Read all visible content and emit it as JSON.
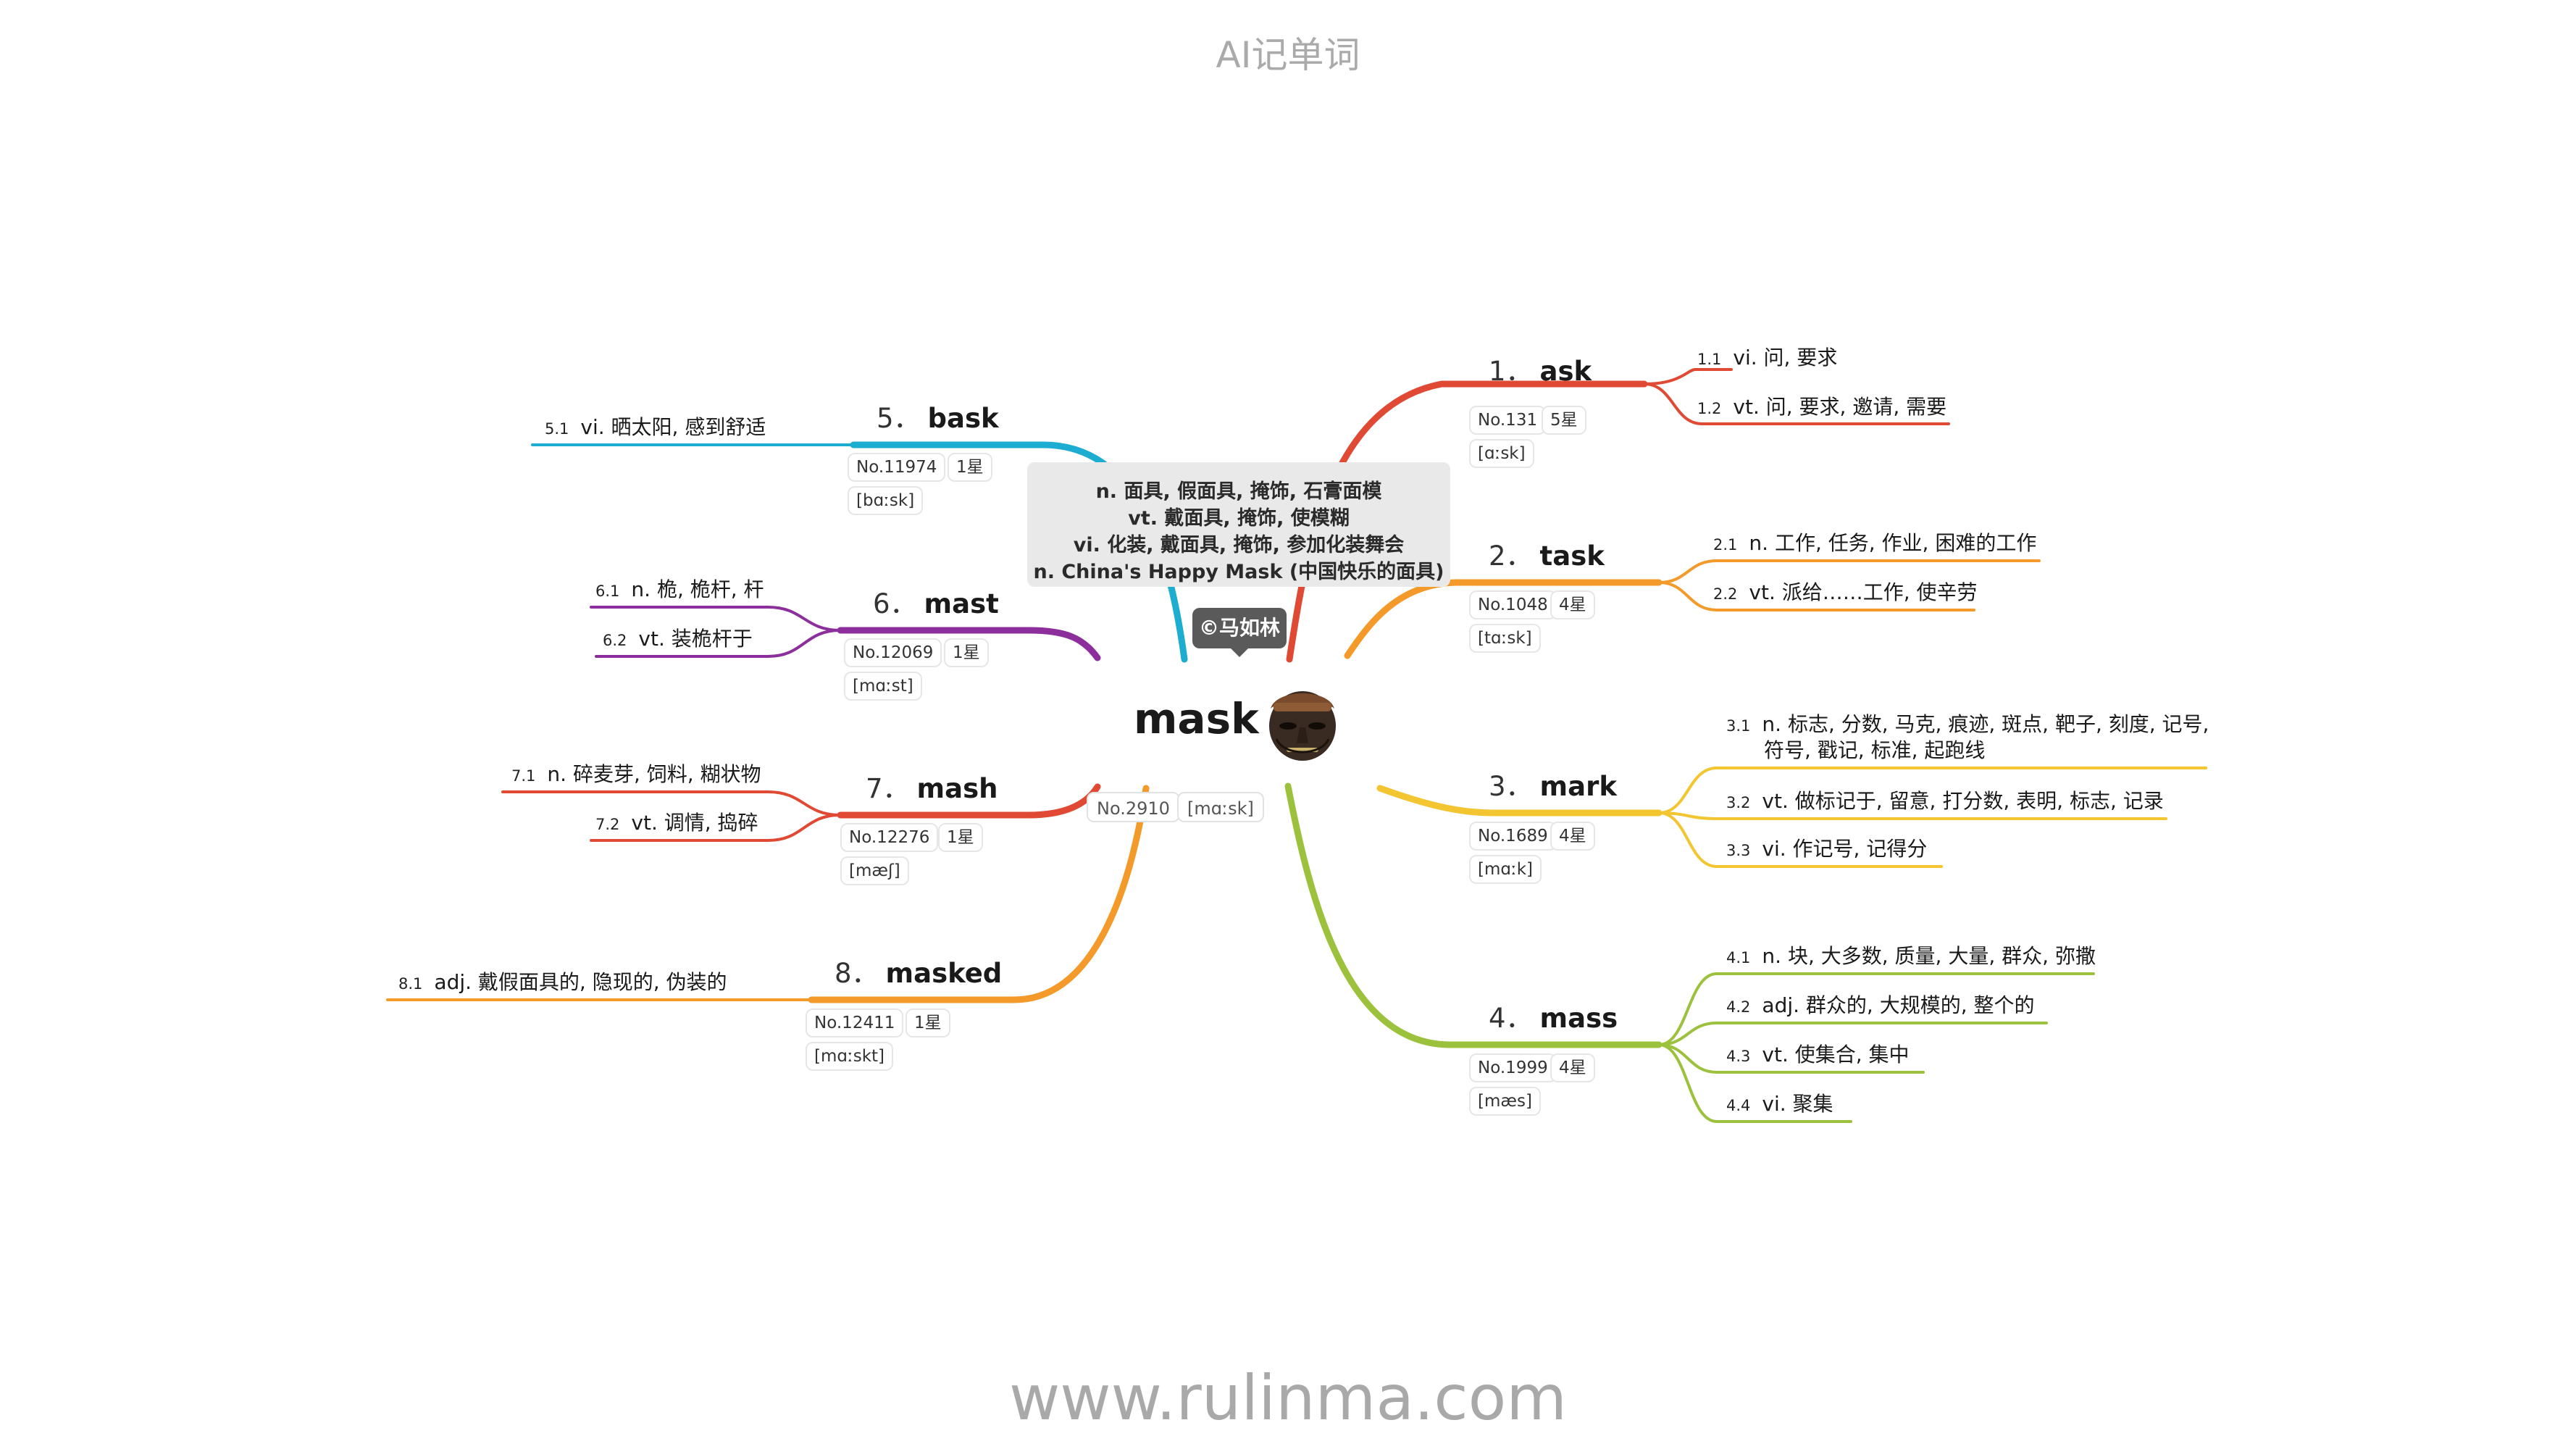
{
  "page": {
    "title": "AI记单词",
    "footer": "www.rulinma.com"
  },
  "center": {
    "word": "mask",
    "no": "No.2910",
    "phonetic": "[mɑːsk]",
    "definitions": [
      "n. 面具, 假面具, 掩饰, 石膏面模",
      "vt. 戴面具, 掩饰, 使模糊",
      "vi. 化装, 戴面具, 掩饰, 参加化装舞会",
      "n. China's Happy Mask (中国快乐的面具)"
    ],
    "author": "©马如林",
    "image_icon": "mask-icon"
  },
  "words": [
    {
      "num": "1．",
      "word": "ask",
      "no": "No.131",
      "stars": "5星",
      "phonetic": "[ɑːsk]",
      "color": "#e04a35",
      "senses": [
        {
          "num": "1.1",
          "text": "vi. 问, 要求"
        },
        {
          "num": "1.2",
          "text": "vt. 问, 要求, 邀请, 需要"
        }
      ]
    },
    {
      "num": "2．",
      "word": "task",
      "no": "No.1048",
      "stars": "4星",
      "phonetic": "[tɑːsk]",
      "color": "#f39a2b",
      "senses": [
        {
          "num": "2.1",
          "text": "n. 工作, 任务, 作业, 困难的工作"
        },
        {
          "num": "2.2",
          "text": "vt. 派给……工作, 使辛劳"
        }
      ]
    },
    {
      "num": "3．",
      "word": "mark",
      "no": "No.1689",
      "stars": "4星",
      "phonetic": "[mɑːk]",
      "color": "#f2c531",
      "senses": [
        {
          "num": "3.1",
          "text": "n. 标志, 分数, 马克, 痕迹, 斑点, 靶子, 刻度, 记号,",
          "text2": "符号, 戳记, 标准, 起跑线"
        },
        {
          "num": "3.2",
          "text": "vt. 做标记于, 留意, 打分数, 表明, 标志, 记录"
        },
        {
          "num": "3.3",
          "text": "vi. 作记号, 记得分"
        }
      ]
    },
    {
      "num": "4．",
      "word": "mass",
      "no": "No.1999",
      "stars": "4星",
      "phonetic": "[mæs]",
      "color": "#9cc13c",
      "senses": [
        {
          "num": "4.1",
          "text": "n. 块, 大多数, 质量, 大量, 群众, 弥撒"
        },
        {
          "num": "4.2",
          "text": "adj. 群众的, 大规模的, 整个的"
        },
        {
          "num": "4.3",
          "text": "vt. 使集合, 集中"
        },
        {
          "num": "4.4",
          "text": "vi. 聚集"
        }
      ]
    },
    {
      "num": "5．",
      "word": "bask",
      "no": "No.11974",
      "stars": "1星",
      "phonetic": "[bɑːsk]",
      "color": "#1cadd0",
      "senses": [
        {
          "num": "5.1",
          "text": "vi. 晒太阳, 感到舒适"
        }
      ]
    },
    {
      "num": "6．",
      "word": "mast",
      "no": "No.12069",
      "stars": "1星",
      "phonetic": "[mɑːst]",
      "color": "#8c2f9c",
      "senses": [
        {
          "num": "6.1",
          "text": "n. 桅, 桅杆, 杆"
        },
        {
          "num": "6.2",
          "text": "vt. 装桅杆于"
        }
      ]
    },
    {
      "num": "7．",
      "word": "mash",
      "no": "No.12276",
      "stars": "1星",
      "phonetic": "[mæʃ]",
      "color": "#e04a35",
      "senses": [
        {
          "num": "7.1",
          "text": "n. 碎麦芽, 饲料, 糊状物"
        },
        {
          "num": "7.2",
          "text": "vt. 调情, 捣碎"
        }
      ]
    },
    {
      "num": "8．",
      "word": "masked",
      "no": "No.12411",
      "stars": "1星",
      "phonetic": "[mɑːskt]",
      "color": "#f39a2b",
      "senses": [
        {
          "num": "8.1",
          "text": "adj. 戴假面具的, 隐现的, 伪装的"
        }
      ]
    }
  ]
}
